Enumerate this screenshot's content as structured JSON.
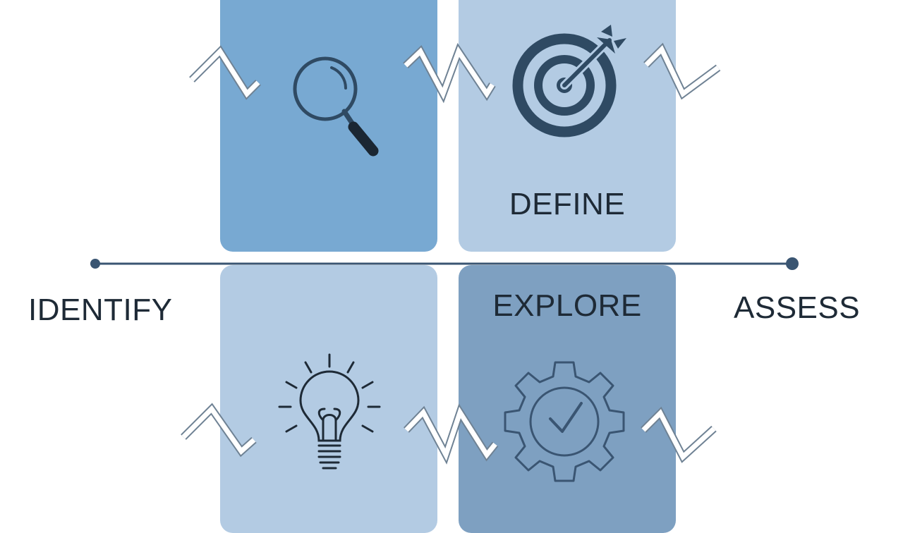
{
  "diagram": {
    "labels": {
      "define": "DEFINE",
      "explore": "EXPLORE",
      "identify": "IDENTIFY",
      "assess": "ASSESS"
    },
    "icons": {
      "top_left": "magnifier-icon",
      "top_right": "target-icon",
      "bottom_left": "lightbulb-icon",
      "bottom_right": "gear-check-icon"
    },
    "colors": {
      "panel_top_left": "#78a9d2",
      "panel_top_right": "#b3cbe3",
      "panel_bottom_left": "#b3cbe3",
      "panel_bottom_right": "#7ea0c1",
      "ink": "#1e2a36",
      "timeline": "#3a5572"
    }
  }
}
